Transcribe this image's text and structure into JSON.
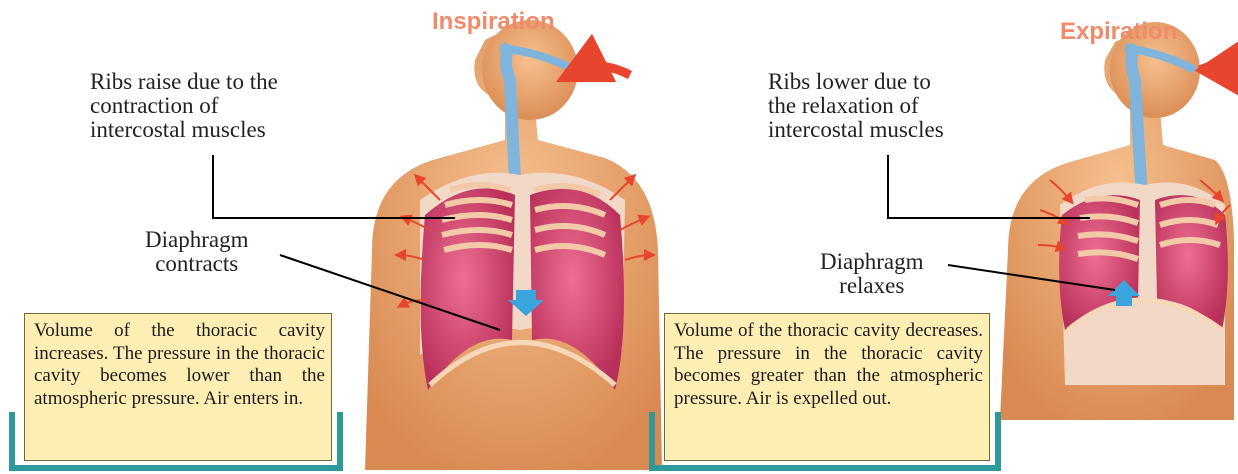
{
  "inspiration": {
    "title": "Inspiration",
    "ribs_label": "Ribs raise due to the\ncontraction  of\nintercostal muscles",
    "diaphragm_label": "Diaphragm\ncontracts",
    "note": "Volume of the thoracic cavity increases. The pressure in the thoracic cavity becomes lower than the atmospheric pressure. Air enters in."
  },
  "expiration": {
    "title": "Expiration",
    "ribs_label": "Ribs lower due to\nthe relaxation of\nintercostal muscles",
    "diaphragm_label": "Diaphragm\nrelaxes",
    "note": "Volume of  the thoracic cavity decreases. The pressure in the thoracic cavity becomes greater than the atmospheric pressure. Air is expelled out."
  },
  "colors": {
    "title": "#f08a6a",
    "skin": "#e9a06a",
    "lung": "#d94a74",
    "rib": "#f3c9a8",
    "trachea": "#7fb4dc",
    "arrow": "#e8452f",
    "diaphragm_arrow": "#3aa5dd",
    "note_bg": "#fdeeb4",
    "bracket": "#2f9a9a"
  }
}
